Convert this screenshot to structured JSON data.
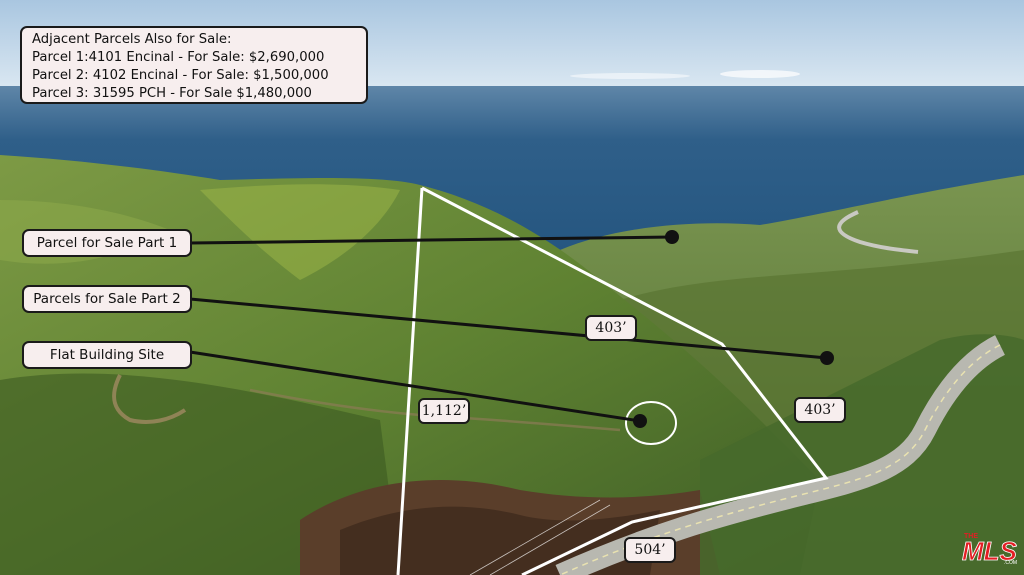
{
  "info_box": {
    "lines": [
      "Adjacent Parcels Also for Sale:",
      "Parcel 1:4101 Encinal - For Sale: $2,690,000",
      "Parcel 2: 4102 Encinal - For Sale: $1,500,000",
      "Parcel 3: 31595 PCH - For Sale $1,480,000"
    ]
  },
  "labels": {
    "part1": "Parcel for Sale Part 1",
    "part2": "Parcels for Sale Part 2",
    "flat_site": "Flat Building Site"
  },
  "dimensions": {
    "top_right_side": "403’",
    "right_side": "403’",
    "left_side": "1,112’",
    "bottom_side": "504’"
  },
  "logo": {
    "line1": "THE",
    "line2": "MLS",
    "sub": ".COM",
    "color": "#e31e24"
  },
  "colors": {
    "sky": "#b9d2e6",
    "ocean": "#2a5a85",
    "hill": "#5d7d30",
    "callout_bg": "#f7eeee"
  }
}
